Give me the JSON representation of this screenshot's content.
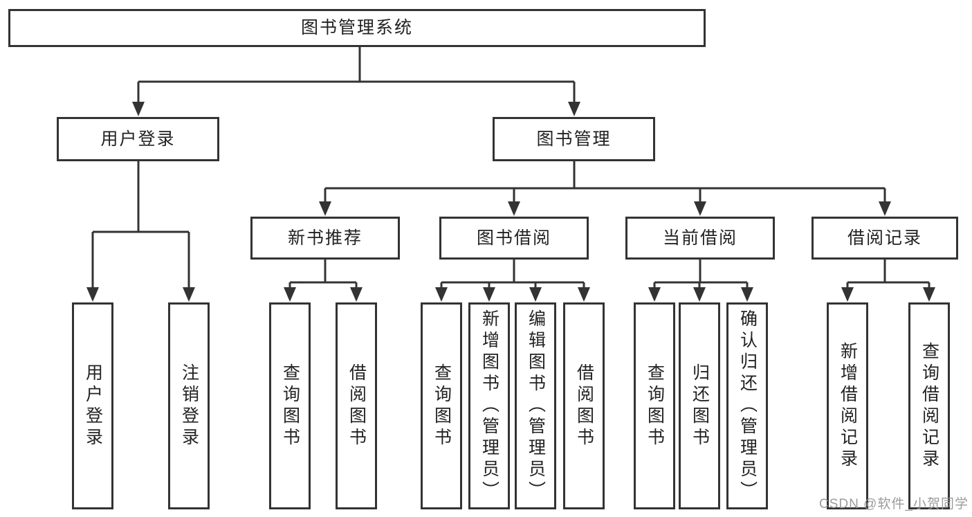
{
  "diagram": {
    "root": {
      "label": "图书管理系统"
    },
    "level2": [
      {
        "label": "用户登录"
      },
      {
        "label": "图书管理"
      }
    ],
    "level3": [
      {
        "label": "新书推荐"
      },
      {
        "label": "图书借阅"
      },
      {
        "label": "当前借阅"
      },
      {
        "label": "借阅记录"
      }
    ],
    "leaves": {
      "user": [
        {
          "label": "用户登录"
        },
        {
          "label": "注销登录"
        }
      ],
      "newrec": [
        {
          "label": "查询图书"
        },
        {
          "label": "借阅图书"
        }
      ],
      "borrow": [
        {
          "label": "查询图书"
        },
        {
          "label": "新增图书（管理员）"
        },
        {
          "label": "编辑图书（管理员）"
        },
        {
          "label": "借阅图书"
        }
      ],
      "current": [
        {
          "label": "查询图书"
        },
        {
          "label": "归还图书"
        },
        {
          "label": "确认归还（管理员）"
        }
      ],
      "records": [
        {
          "label": "新增借阅记录"
        },
        {
          "label": "查询借阅记录"
        }
      ]
    }
  },
  "watermark": {
    "text": "CSDN @软件_小贺同学"
  },
  "colors": {
    "line": "#333333",
    "text": "#222222",
    "watermark": "#969696",
    "background": "#ffffff"
  }
}
